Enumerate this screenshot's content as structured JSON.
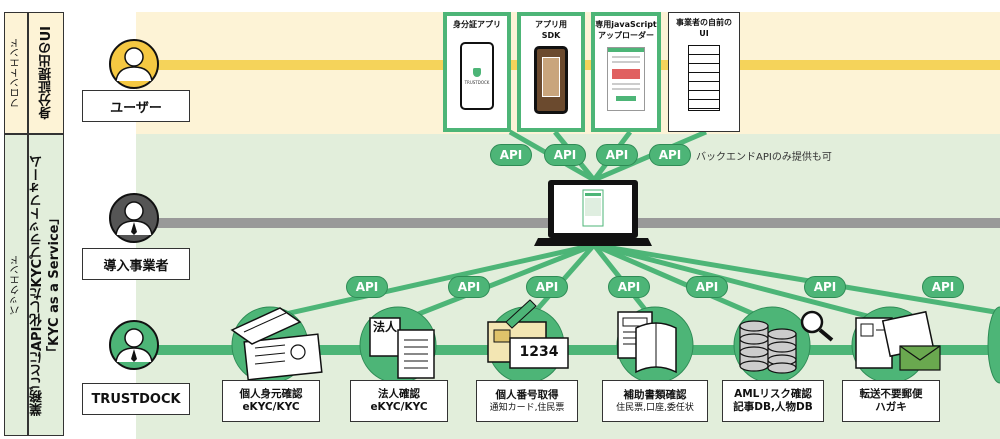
{
  "layers": {
    "frontend_label": "フロントエンド",
    "frontend_title": "身分証提出のUI",
    "backend_label": "バックエンド",
    "backend_title_line1": "業務ごとにAPI化したKYCプラットフォーム",
    "backend_title_line2": "「KYC as a Service」"
  },
  "roles": {
    "user": "ユーザー",
    "operator": "導入事業者",
    "trustdock": "TRUSTDOCK"
  },
  "front_apps": [
    {
      "label_line1": "身分証アプリ",
      "label_line2": ""
    },
    {
      "label_line1": "アプリ用",
      "label_line2": "SDK"
    },
    {
      "label_line1": "専用javaScript",
      "label_line2": "アップローダー"
    },
    {
      "label_line1": "事業者の自前の",
      "label_line2": "UI"
    }
  ],
  "api_label": "API",
  "backend_note": "バックエンドAPIのみ提供も可",
  "services": [
    {
      "title_line1": "個人身元確認",
      "title_line2": "eKYC/KYC",
      "sub": ""
    },
    {
      "title_line1": "法人確認",
      "title_line2": "eKYC/KYC",
      "sub": ""
    },
    {
      "title_line1": "個人番号取得",
      "title_line2": "",
      "sub": "通知カード,住民票"
    },
    {
      "title_line1": "補助書類確認",
      "title_line2": "",
      "sub": "住民票,口座,委任状"
    },
    {
      "title_line1": "AMLリスク確認",
      "title_line2": "記事DB,人物DB",
      "sub": ""
    },
    {
      "title_line1": "転送不要郵便",
      "title_line2": "ハガキ",
      "sub": ""
    }
  ],
  "icon_text": {
    "corp_kanji": "法人",
    "my_number": "1234",
    "app_screen_text": "TRUSTDOCK"
  },
  "colors": {
    "green": "#4db577",
    "green_dark": "#2e8b55",
    "front_band": "#fdf3d6",
    "back_band": "#e2eedb",
    "yellow_line": "#f5d35a",
    "gray_line": "#999999",
    "user_avatar": "#f5c842",
    "operator_avatar": "#555555",
    "trustdock_avatar": "#4db577"
  }
}
